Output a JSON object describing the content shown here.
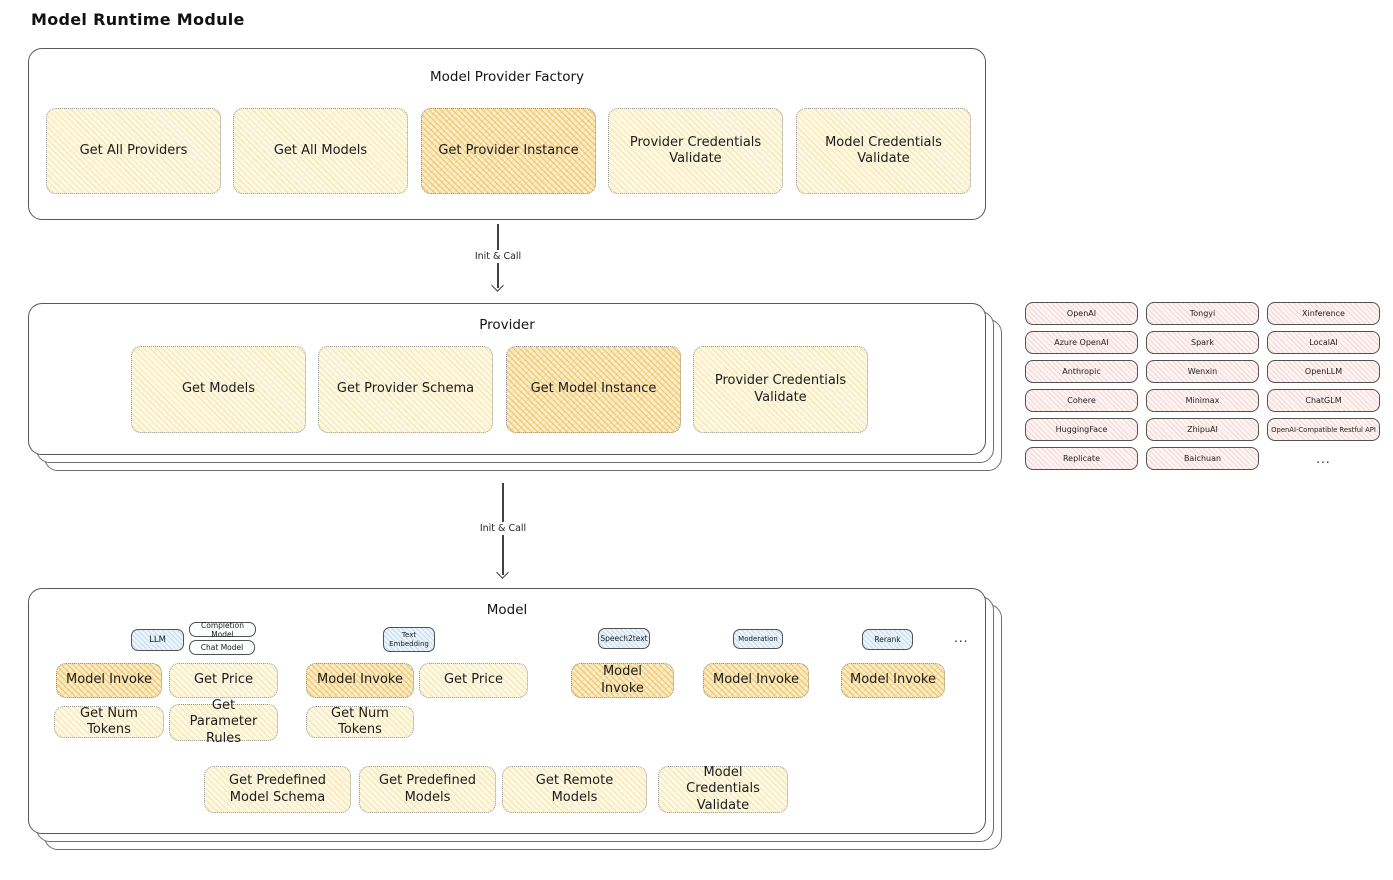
{
  "page_title": "Model Runtime Module",
  "arrow_label": "Init & Call",
  "factory": {
    "title": "Model Provider Factory",
    "items": [
      "Get All Providers",
      "Get All Models",
      "Get Provider Instance",
      "Provider Credentials Validate",
      "Model Credentials Validate"
    ]
  },
  "provider": {
    "title": "Provider",
    "items": [
      "Get Models",
      "Get Provider Schema",
      "Get Model Instance",
      "Provider Credentials Validate"
    ]
  },
  "provider_list": {
    "cells": [
      "OpenAI",
      "Tongyi",
      "Xinference",
      "Azure OpenAI",
      "Spark",
      "LocalAI",
      "Anthropic",
      "Wenxin",
      "OpenLLM",
      "Cohere",
      "Minimax",
      "ChatGLM",
      "HuggingFace",
      "ZhipuAI",
      "OpenAI-Compatible Restful API",
      "Replicate",
      "Baichuan"
    ],
    "ellipsis": "..."
  },
  "model": {
    "title": "Model",
    "type_tags": [
      "LLM",
      "Completion Model",
      "Chat Model",
      "Text Embedding",
      "Speech2text",
      "Moderation",
      "Rerank"
    ],
    "ellipsis": "...",
    "ops": {
      "model_invoke": "Model Invoke",
      "get_price": "Get Price",
      "get_num_tokens": "Get Num Tokens",
      "get_parameter_rules": "Get Parameter Rules"
    },
    "bottom_items": [
      "Get Predefined Model Schema",
      "Get Predefined Models",
      "Get Remote Models",
      "Model Credentials Validate"
    ]
  },
  "colors": {
    "yellow_fill": "#fdf8e3",
    "yellow_hatch": "#eed278",
    "orange_fill": "#fbeec6",
    "orange_hatch": "#ecaf46",
    "pink_fill": "#fdf4f3",
    "pink_hatch": "#e9a098",
    "blue_fill": "#edf5fc",
    "blue_hatch": "#82b4e1",
    "ink": "#1f1f1f"
  }
}
